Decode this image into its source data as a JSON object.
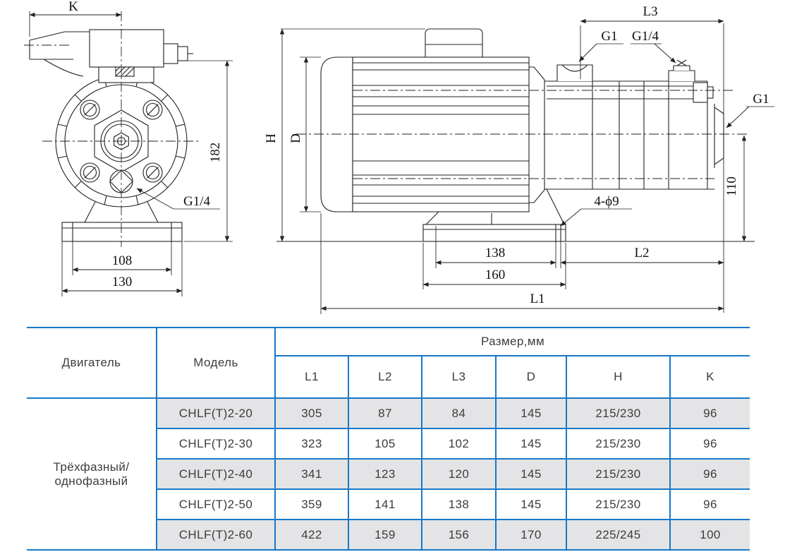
{
  "drawing": {
    "front_view": {
      "dim_k": "K",
      "dim_182": "182",
      "port_g14": "G1/4",
      "dim_108": "108",
      "dim_130": "130"
    },
    "side_view": {
      "dim_l3": "L3",
      "port_g1_suction": "G1",
      "port_g14_priming": "G1/4",
      "port_g1_discharge": "G1",
      "dim_h": "H",
      "dim_d": "D",
      "dim_110": "110",
      "holes": "4-ϕ9",
      "dim_138": "138",
      "dim_160": "160",
      "dim_l2": "L2",
      "dim_l1": "L1"
    }
  },
  "table": {
    "col_engine": "Двигатель",
    "col_model": "Модель",
    "col_size": "Размер,мм",
    "size_cols": [
      "L1",
      "L2",
      "L3",
      "D",
      "H",
      "K"
    ],
    "engine_value": "Трёхфазный/\nоднофазный",
    "rows": [
      {
        "model": "CHLF(T)2-20",
        "values": [
          "305",
          "87",
          "84",
          "145",
          "215/230",
          "96"
        ]
      },
      {
        "model": "CHLF(T)2-30",
        "values": [
          "323",
          "105",
          "102",
          "145",
          "215/230",
          "96"
        ]
      },
      {
        "model": "CHLF(T)2-40",
        "values": [
          "341",
          "123",
          "120",
          "145",
          "215/230",
          "96"
        ]
      },
      {
        "model": "CHLF(T)2-50",
        "values": [
          "359",
          "141",
          "138",
          "145",
          "215/230",
          "96"
        ]
      },
      {
        "model": "CHLF(T)2-60",
        "values": [
          "422",
          "159",
          "156",
          "170",
          "225/245",
          "100"
        ]
      }
    ]
  },
  "colors": {
    "table_border": "#1778c8",
    "row_alt": "#e4e4e6",
    "text": "#3c3c3c",
    "line": "#222222"
  }
}
